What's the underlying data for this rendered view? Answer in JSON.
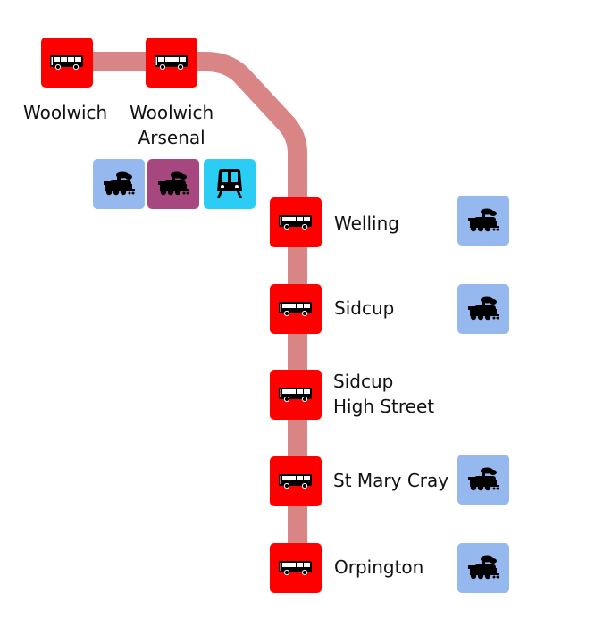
{
  "diagram": {
    "line_color": "#d98585",
    "stop_color": "#ff0000",
    "stops": [
      {
        "id": "woolwich",
        "name_lines": [
          "Woolwich"
        ],
        "icon": "bus-icon",
        "connections": []
      },
      {
        "id": "woolwich-arsenal",
        "name_lines": [
          "Woolwich",
          "Arsenal"
        ],
        "icon": "bus-icon",
        "connections": [
          {
            "type": "national-rail",
            "icon": "steam-train-icon",
            "color": "#95b8ee"
          },
          {
            "type": "elizabeth-line",
            "icon": "steam-train-icon",
            "color": "#a6487f"
          },
          {
            "type": "dlr",
            "icon": "metro-train-icon",
            "color": "#2ccdf5"
          }
        ]
      },
      {
        "id": "welling",
        "name_lines": [
          "Welling"
        ],
        "icon": "bus-icon",
        "connections": [
          {
            "type": "national-rail",
            "icon": "steam-train-icon",
            "color": "#95b8ee"
          }
        ]
      },
      {
        "id": "sidcup",
        "name_lines": [
          "Sidcup"
        ],
        "icon": "bus-icon",
        "connections": [
          {
            "type": "national-rail",
            "icon": "steam-train-icon",
            "color": "#95b8ee"
          }
        ]
      },
      {
        "id": "sidcup-high-street",
        "name_lines": [
          "Sidcup",
          "High Street"
        ],
        "icon": "bus-icon",
        "connections": []
      },
      {
        "id": "st-mary-cray",
        "name_lines": [
          "St Mary Cray"
        ],
        "icon": "bus-icon",
        "connections": [
          {
            "type": "national-rail",
            "icon": "steam-train-icon",
            "color": "#95b8ee"
          }
        ]
      },
      {
        "id": "orpington",
        "name_lines": [
          "Orpington"
        ],
        "icon": "bus-icon",
        "connections": [
          {
            "type": "national-rail",
            "icon": "steam-train-icon",
            "color": "#95b8ee"
          }
        ]
      }
    ]
  }
}
